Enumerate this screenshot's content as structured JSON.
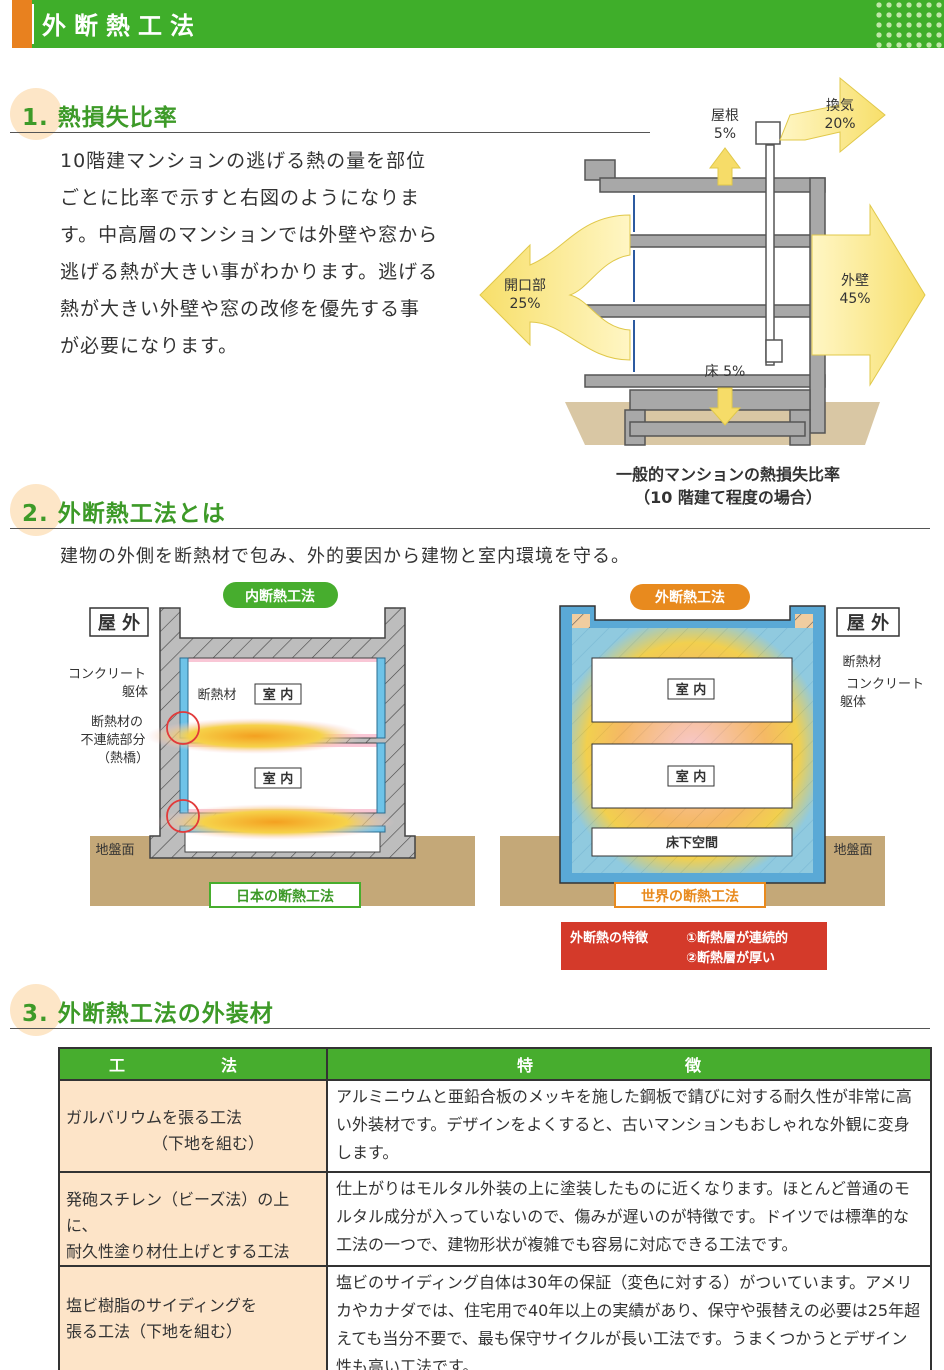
{
  "header": {
    "title": "外断熱工法"
  },
  "section1": {
    "title": "1. 熱損失比率",
    "body_lines": [
      "10階建マンションの逃げる熱の量を部位",
      "ごとに比率で示すと右図のようになりま",
      "す。中高層のマンションでは外壁や窓から",
      "逃げる熱が大きい事がわかります。逃げる",
      "熱が大きい外壁や窓の改修を優先する事",
      "が必要になります。"
    ],
    "diagram": {
      "roof_label": "屋根",
      "roof_pct": "5%",
      "vent_label": "換気",
      "vent_pct": "20%",
      "opening_label": "開口部",
      "opening_pct": "25%",
      "wall_label": "外壁",
      "wall_pct": "45%",
      "floor_label": "床 5%",
      "caption_line1": "一般的マンションの熱損失比率",
      "caption_line2": "（10 階建て程度の場合）"
    }
  },
  "section2": {
    "title": "2. 外断熱工法とは",
    "body": "建物の外側を断熱材で包み、外的要因から建物と室内環境を守る。",
    "left": {
      "pill": "内断熱工法",
      "outside": "屋 外",
      "concrete_line1": "コンクリート",
      "concrete_line2": "躯体",
      "insulation": "断熱材",
      "gap_line1": "断熱材の",
      "gap_line2": "不連続部分",
      "gap_line3": "（熱橋）",
      "room1": "室 内",
      "room2": "室 内",
      "ground": "地盤面",
      "bottom_label": "日本の断熱工法"
    },
    "right": {
      "pill": "外断熱工法",
      "outside": "屋 外",
      "insulation": "断熱材",
      "concrete_line1": "コンクリート",
      "concrete_line2": "躯体",
      "room1": "室 内",
      "room2": "室 内",
      "underfloor": "床下空間",
      "ground": "地盤面",
      "bottom_label": "世界の断熱工法",
      "feature_title": "外断熱の特徴",
      "feature1": "①断熱層が連続的",
      "feature2": "②断熱層が厚い"
    }
  },
  "section3": {
    "title": "3. 外断熱工法の外装材",
    "columns": [
      "工　法",
      "特　　徴"
    ],
    "rows": [
      {
        "method_lines": [
          "ガルバリウムを張る工法",
          "（下地を組む）"
        ],
        "desc": "アルミニウムと亜鉛合板のメッキを施した鋼板で錆びに対する耐久性が非常に高い外装材です。デザインをよくすると、古いマンションもおしゃれな外観に変身します。"
      },
      {
        "method_lines": [
          "発砲スチレン（ビーズ法）の上に、",
          "耐久性塗り材仕上げとする工法"
        ],
        "desc": "仕上がりはモルタル外装の上に塗装したものに近くなります。ほとんど普通のモルタル成分が入っていないので、傷みが遅いのが特徴です。ドイツでは標準的な工法の一つで、建物形状が複雑でも容易に対応できる工法です。"
      },
      {
        "method_lines": [
          "塩ビ樹脂のサイディングを",
          "張る工法（下地を組む）"
        ],
        "desc": "塩ビのサイディング自体は30年の保証（変色に対する）がついています。アメリカやカナダでは、住宅用で40年以上の実績があり、保守や張替えの必要は25年超えても当分不要で、最も保守サイクルが長い工法です。うまくつかうとデザイン性も高い工法です。"
      }
    ]
  }
}
